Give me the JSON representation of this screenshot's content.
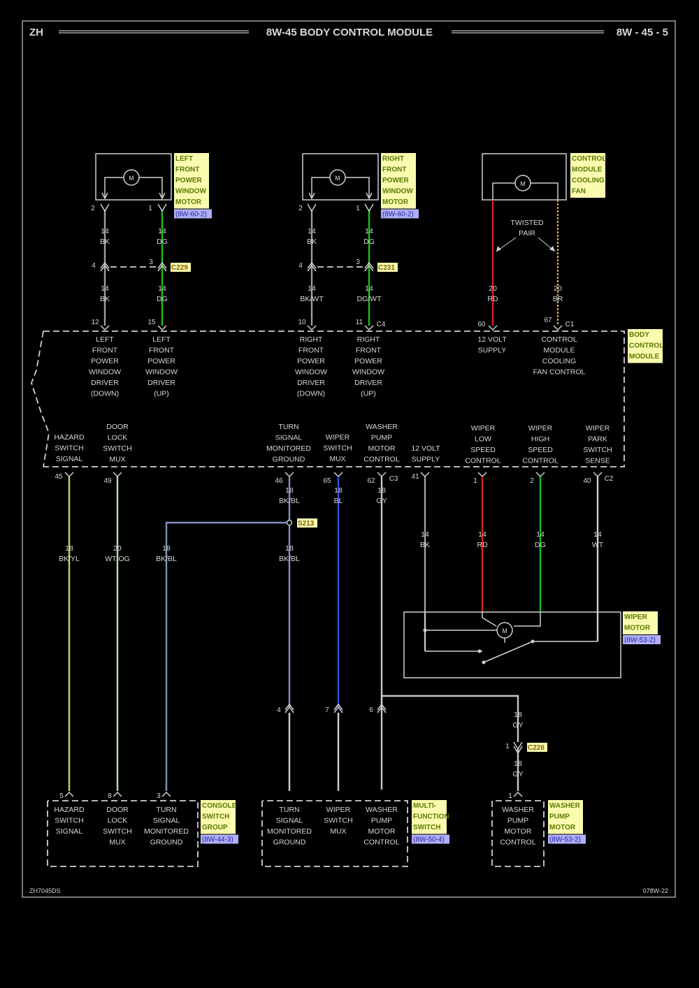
{
  "header": {
    "left": "ZH",
    "title": "8W-45 BODY CONTROL MODULE",
    "right": "8W - 45 - 5"
  },
  "footer": {
    "left": "ZH7045DS",
    "right": "078W-22"
  },
  "motors": {
    "lf": {
      "label": [
        "LEFT",
        "FRONT",
        "POWER",
        "WINDOW",
        "MOTOR"
      ],
      "ref": "(8W-60-2)",
      "pins": [
        "2",
        "1"
      ]
    },
    "rf": {
      "label": [
        "RIGHT",
        "FRONT",
        "POWER",
        "WINDOW",
        "MOTOR"
      ],
      "ref": "(8W-60-2)",
      "pins": [
        "2",
        "1"
      ]
    },
    "fan": {
      "label": [
        "CONTROL",
        "MODULE",
        "COOLING",
        "FAN"
      ],
      "twisted": [
        "TWISTED",
        "PAIR"
      ]
    },
    "motor_symbol": "M"
  },
  "wires_top": {
    "lf_a1": [
      "14",
      "BK"
    ],
    "lf_b1": [
      "14",
      "DG"
    ],
    "lf_a2": [
      "14",
      "BK"
    ],
    "lf_b2": [
      "14",
      "DG"
    ],
    "lf_inline": [
      "4",
      "3"
    ],
    "lf_conn": "C229",
    "rf_a1": [
      "14",
      "BK"
    ],
    "rf_b1": [
      "14",
      "DG"
    ],
    "rf_a2": [
      "14",
      "BK/WT"
    ],
    "rf_b2": [
      "14",
      "DG/WT"
    ],
    "rf_inline": [
      "4",
      "3"
    ],
    "rf_conn": "C231",
    "fan_a": [
      "20",
      "RD"
    ],
    "fan_b": [
      "20",
      "BR"
    ]
  },
  "bcm": {
    "label": [
      "BODY",
      "CONTROL",
      "MODULE"
    ],
    "top_pins": [
      "12",
      "15",
      "10",
      "11",
      "C4",
      "60",
      "67",
      "C1"
    ],
    "top_funcs": {
      "lf_down": [
        "LEFT",
        "FRONT",
        "POWER",
        "WINDOW",
        "DRIVER",
        "(DOWN)"
      ],
      "lf_up": [
        "LEFT",
        "FRONT",
        "POWER",
        "WINDOW",
        "DRIVER",
        "(UP)"
      ],
      "rf_down": [
        "RIGHT",
        "FRONT",
        "POWER",
        "WINDOW",
        "DRIVER",
        "(DOWN)"
      ],
      "rf_up": [
        "RIGHT",
        "FRONT",
        "POWER",
        "WINDOW",
        "DRIVER",
        "(UP)"
      ],
      "supply": [
        "12 VOLT",
        "SUPPLY"
      ],
      "fan_ctrl": [
        "CONTROL",
        "MODULE",
        "COOLING",
        "FAN CONTROL"
      ]
    },
    "bottom_funcs": {
      "hazard": [
        "HAZARD",
        "SWITCH",
        "SIGNAL"
      ],
      "door": [
        "DOOR",
        "LOCK",
        "SWITCH",
        "MUX"
      ],
      "turn": [
        "TURN",
        "SIGNAL",
        "MONITORED",
        "GROUND"
      ],
      "wiper": [
        "WIPER",
        "SWITCH",
        "MUX"
      ],
      "washer": [
        "WASHER",
        "PUMP",
        "MOTOR",
        "CONTROL"
      ],
      "supply": [
        "12 VOLT",
        "SUPPLY"
      ],
      "low": [
        "WIPER",
        "LOW",
        "SPEED",
        "CONTROL"
      ],
      "high": [
        "WIPER",
        "HIGH",
        "SPEED",
        "CONTROL"
      ],
      "park": [
        "WIPER",
        "PARK",
        "SWITCH",
        "SENSE"
      ]
    },
    "bottom_pins": [
      "45",
      "49",
      "46",
      "65",
      "62",
      "C3",
      "41",
      "1",
      "2",
      "40",
      "C2"
    ]
  },
  "wires_bottom": {
    "turn_top": [
      "18",
      "BK/BL"
    ],
    "wiper_top": [
      "18",
      "BL"
    ],
    "washer_top": [
      "18",
      "GY"
    ],
    "splice": "S213",
    "hazard": [
      "18",
      "BK/YL"
    ],
    "door": [
      "20",
      "WT/OG"
    ],
    "turn_sp": [
      "18",
      "BK/BL"
    ],
    "turn_low": [
      "18",
      "BK/BL"
    ],
    "w_bk": [
      "14",
      "BK"
    ],
    "w_rd": [
      "14",
      "RD"
    ],
    "w_dg": [
      "14",
      "DG"
    ],
    "w_wt": [
      "14",
      "WT"
    ],
    "washer_c": [
      "18",
      "GY"
    ],
    "washer_d": [
      "18",
      "GY"
    ],
    "c226_pin": "1",
    "c226": "C226"
  },
  "wiper_motor": {
    "label": [
      "WIPER",
      "MOTOR"
    ],
    "ref": "(8W-53-2)"
  },
  "console": {
    "label": [
      "CONSOLE",
      "SWITCH",
      "GROUP"
    ],
    "ref": "(8W-44-3)",
    "pins": [
      "5",
      "8",
      "3"
    ],
    "funcs": {
      "hazard": [
        "HAZARD",
        "SWITCH",
        "SIGNAL"
      ],
      "door": [
        "DOOR",
        "LOCK",
        "SWITCH",
        "MUX"
      ],
      "turn": [
        "TURN",
        "SIGNAL",
        "MONITORED",
        "GROUND"
      ]
    }
  },
  "multifunction": {
    "label": [
      "MULTI-",
      "FUNCTION",
      "SWITCH"
    ],
    "ref": "(8W-50-4)",
    "pins": [
      "4",
      "7",
      "6"
    ],
    "funcs": {
      "turn": [
        "TURN",
        "SIGNAL",
        "MONITORED",
        "GROUND"
      ],
      "wiper": [
        "WIPER",
        "SWITCH",
        "MUX"
      ],
      "washer": [
        "WASHER",
        "PUMP",
        "MOTOR",
        "CONTROL"
      ]
    }
  },
  "washer_motor": {
    "label": [
      "WASHER",
      "PUMP",
      "MOTOR"
    ],
    "ref": "(8W-53-2)",
    "pin": "1",
    "func": [
      "WASHER",
      "PUMP",
      "MOTOR",
      "CONTROL"
    ]
  },
  "colors": {
    "bk": "#a0a0a0",
    "dg": "#18c018",
    "rd": "#e02020",
    "br": "#c8a070",
    "bl": "#3050e0",
    "gy": "#c8c8c8",
    "bkyl": "#d0d060",
    "wtog": "#b0e0b0",
    "bkbl": "#8090c0",
    "lblbg": "#fbfbb0",
    "refbg": "#b0b0f8"
  }
}
